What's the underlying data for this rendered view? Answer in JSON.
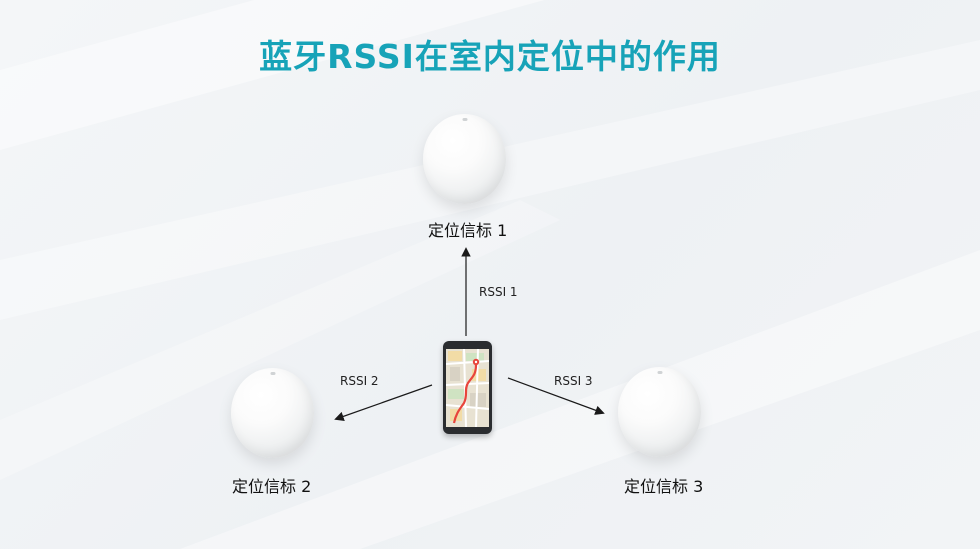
{
  "title": "蓝牙RSSI在室内定位中的作用",
  "beacons": [
    {
      "label": "定位信标 1",
      "signal": "RSSI 1"
    },
    {
      "label": "定位信标 2",
      "signal": "RSSI 2"
    },
    {
      "label": "定位信标 3",
      "signal": "RSSI 3"
    }
  ],
  "colors": {
    "title": "#17a3b8",
    "arrow": "#1a1a1a",
    "route": "#e8453c"
  },
  "icons": {
    "beacon": "beacon-icon",
    "phone": "smartphone-map-icon"
  }
}
